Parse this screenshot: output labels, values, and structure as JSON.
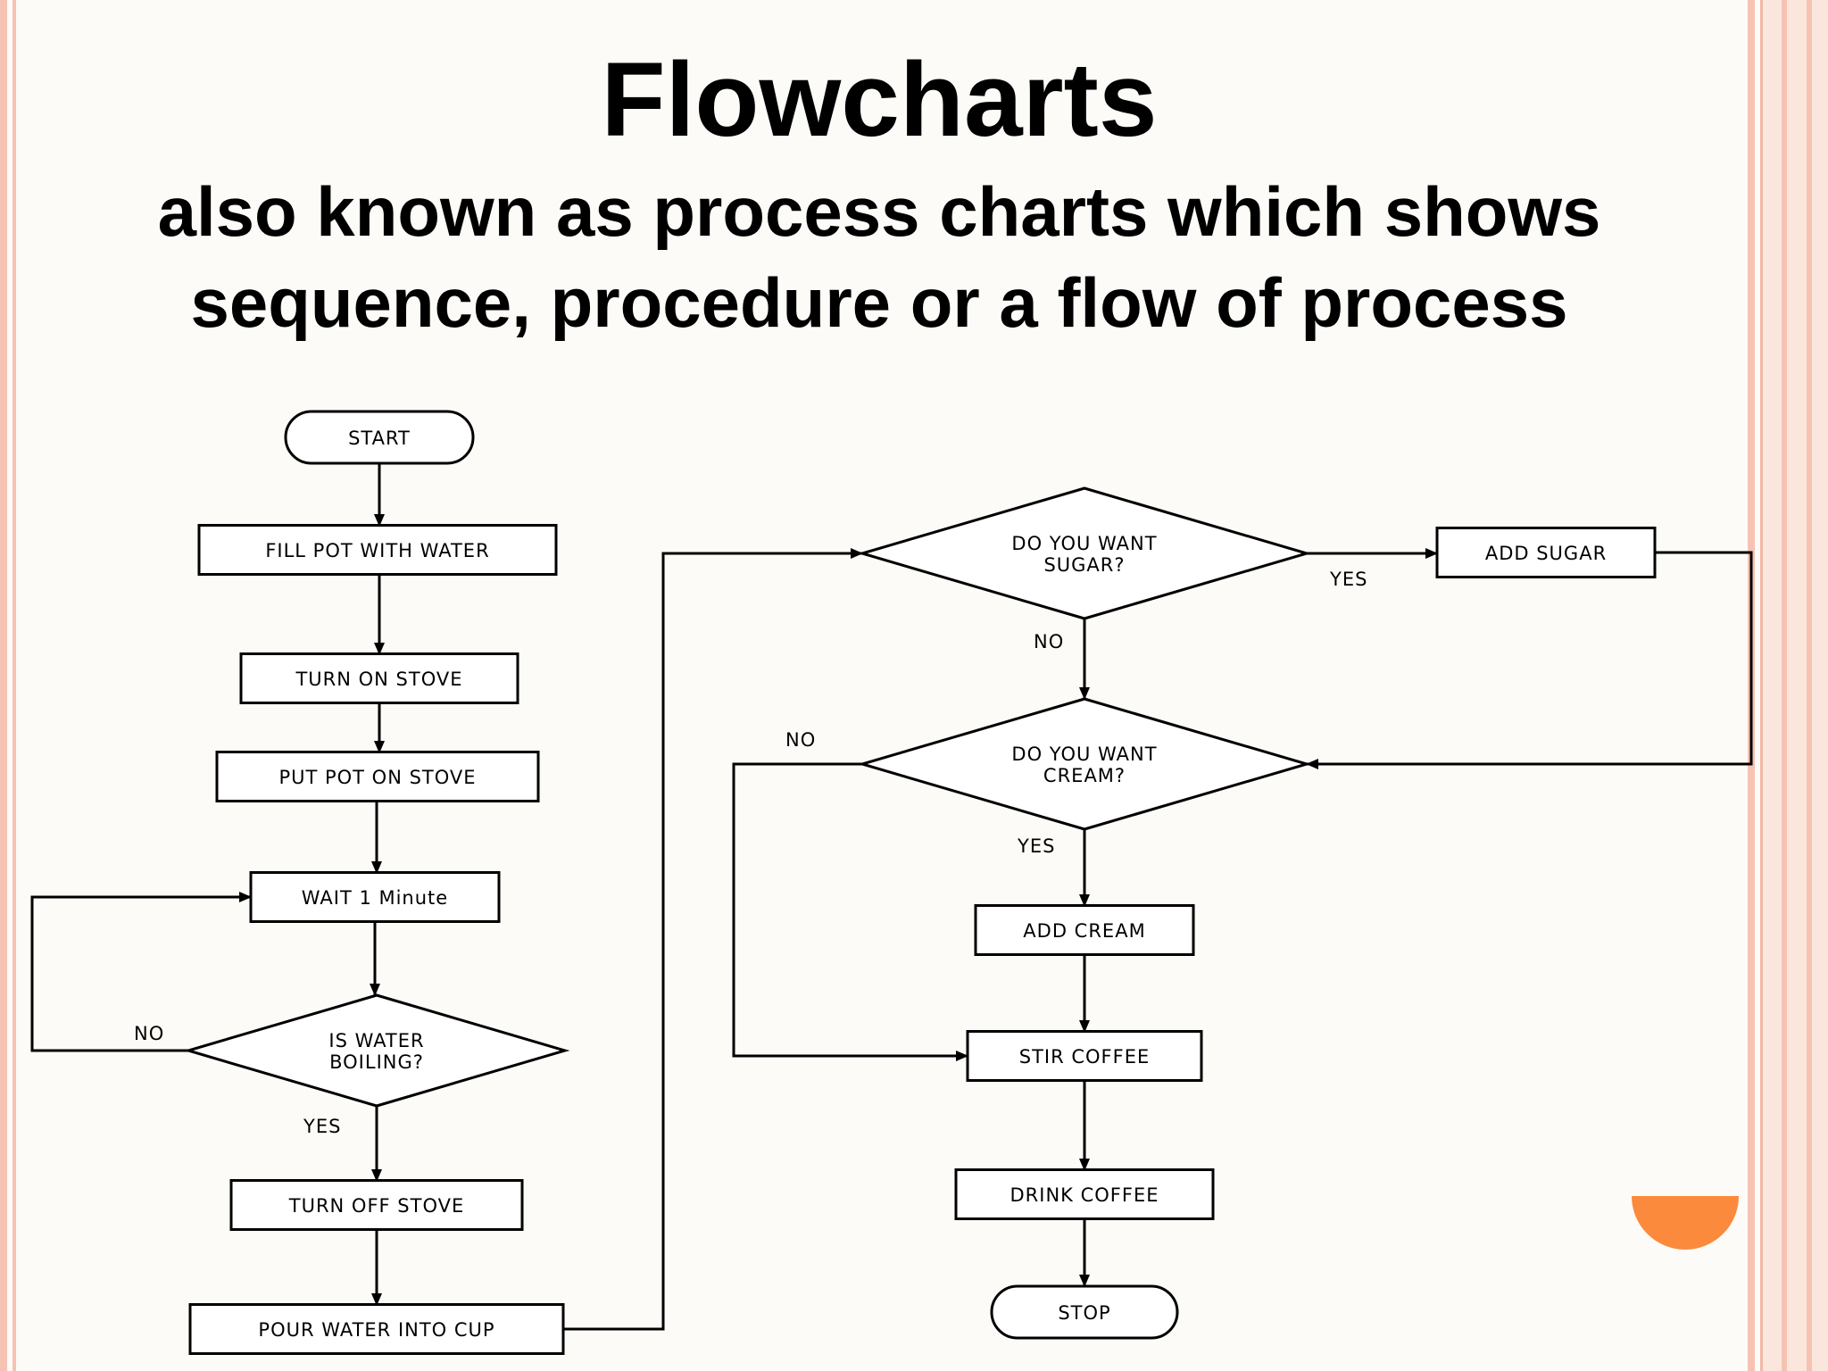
{
  "slide": {
    "title": "Flowcharts",
    "subtitle_line1": "also known as process charts which shows",
    "subtitle_line2": "sequence, procedure or a flow of process"
  },
  "colors": {
    "border_accent": "#f6c3b3",
    "orange_accent": "#fb8a3c",
    "line": "#000000"
  },
  "flowchart": {
    "nodes": {
      "start": {
        "shape": "terminator",
        "lines": [
          "START"
        ]
      },
      "fill_pot": {
        "shape": "process",
        "lines": [
          "FILL POT WITH WATER"
        ]
      },
      "turn_on_stove": {
        "shape": "process",
        "lines": [
          "TURN ON STOVE"
        ]
      },
      "put_pot": {
        "shape": "process",
        "lines": [
          "PUT POT ON STOVE"
        ]
      },
      "wait": {
        "shape": "process",
        "lines": [
          "WAIT 1 Minute"
        ]
      },
      "is_boiling": {
        "shape": "decision",
        "lines": [
          "IS WATER",
          "BOILING?"
        ]
      },
      "turn_off_stove": {
        "shape": "process",
        "lines": [
          "TURN OFF STOVE"
        ]
      },
      "pour_water": {
        "shape": "process",
        "lines": [
          "POUR WATER INTO CUP"
        ]
      },
      "want_sugar": {
        "shape": "decision",
        "lines": [
          "DO YOU WANT",
          "SUGAR?"
        ]
      },
      "add_sugar": {
        "shape": "process",
        "lines": [
          "ADD SUGAR"
        ]
      },
      "want_cream": {
        "shape": "decision",
        "lines": [
          "DO YOU WANT",
          "CREAM?"
        ]
      },
      "add_cream": {
        "shape": "process",
        "lines": [
          "ADD CREAM"
        ]
      },
      "stir_coffee": {
        "shape": "process",
        "lines": [
          "STIR COFFEE"
        ]
      },
      "drink_coffee": {
        "shape": "process",
        "lines": [
          "DRINK COFFEE"
        ]
      },
      "stop": {
        "shape": "terminator",
        "lines": [
          "STOP"
        ]
      }
    },
    "edges": [
      {
        "from": "start",
        "to": "fill_pot",
        "label": ""
      },
      {
        "from": "fill_pot",
        "to": "turn_on_stove",
        "label": ""
      },
      {
        "from": "turn_on_stove",
        "to": "put_pot",
        "label": ""
      },
      {
        "from": "put_pot",
        "to": "wait",
        "label": ""
      },
      {
        "from": "wait",
        "to": "is_boiling",
        "label": ""
      },
      {
        "from": "is_boiling",
        "to": "wait",
        "label": "NO"
      },
      {
        "from": "is_boiling",
        "to": "turn_off_stove",
        "label": "YES"
      },
      {
        "from": "turn_off_stove",
        "to": "pour_water",
        "label": ""
      },
      {
        "from": "pour_water",
        "to": "want_sugar",
        "label": ""
      },
      {
        "from": "want_sugar",
        "to": "add_sugar",
        "label": "YES"
      },
      {
        "from": "want_sugar",
        "to": "want_cream",
        "label": "NO"
      },
      {
        "from": "add_sugar",
        "to": "want_cream",
        "label": ""
      },
      {
        "from": "want_cream",
        "to": "stir_coffee",
        "label": "NO"
      },
      {
        "from": "want_cream",
        "to": "add_cream",
        "label": "YES"
      },
      {
        "from": "add_cream",
        "to": "stir_coffee",
        "label": ""
      },
      {
        "from": "stir_coffee",
        "to": "drink_coffee",
        "label": ""
      },
      {
        "from": "drink_coffee",
        "to": "stop",
        "label": ""
      }
    ]
  }
}
